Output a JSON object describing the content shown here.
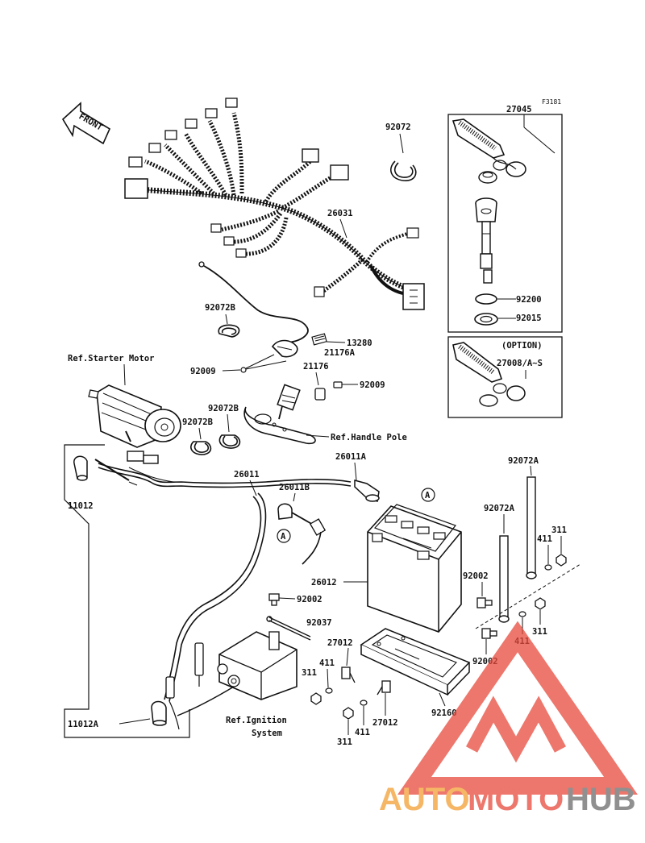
{
  "diagram": {
    "figure_code": "F3181",
    "front_marker": "FRONT",
    "option_box_label": "(OPTION)",
    "part_labels": {
      "p27045": "27045",
      "p92072": "92072",
      "p26031": "26031",
      "p92200": "92200",
      "p92015": "92015",
      "p92072B_a": "92072B",
      "p13280": "13280",
      "p21176A": "21176A",
      "p21176": "21176",
      "p92009_a": "92009",
      "p92009_b": "92009",
      "p27008": "27008/A~S",
      "p92072B_b": "92072B",
      "p92072B_c": "92072B",
      "p26011A": "26011A",
      "p26011": "26011",
      "p26011B": "26011B",
      "p92072A_a": "92072A",
      "p92072A_b": "92072A",
      "p11012": "11012",
      "p26012": "26012",
      "p411_a": "411",
      "p311_a": "311",
      "p92002_a": "92002",
      "p92002_b": "92002",
      "p92002_c": "92002",
      "p92037": "92037",
      "p27012_a": "27012",
      "p27012_b": "27012",
      "p411_b": "411",
      "p411_c": "411",
      "p411_d": "411",
      "p311_b": "311",
      "p311_c": "311",
      "p311_d": "311",
      "p92160": "92160",
      "p11012A": "11012A",
      "circleA_1": "A",
      "circleA_2": "A"
    },
    "references": {
      "starter_motor": "Ref.Starter Motor",
      "handle_pole": "Ref.Handle Pole",
      "ignition_1": "Ref.Ignition",
      "ignition_2": "System"
    }
  },
  "watermark": {
    "auto": "AUTO",
    "moto": "MOTO",
    "hub": "HUB",
    "color_red": "#e84a3c",
    "color_orange": "#f2a033",
    "color_gray": "#6b6b6b"
  }
}
